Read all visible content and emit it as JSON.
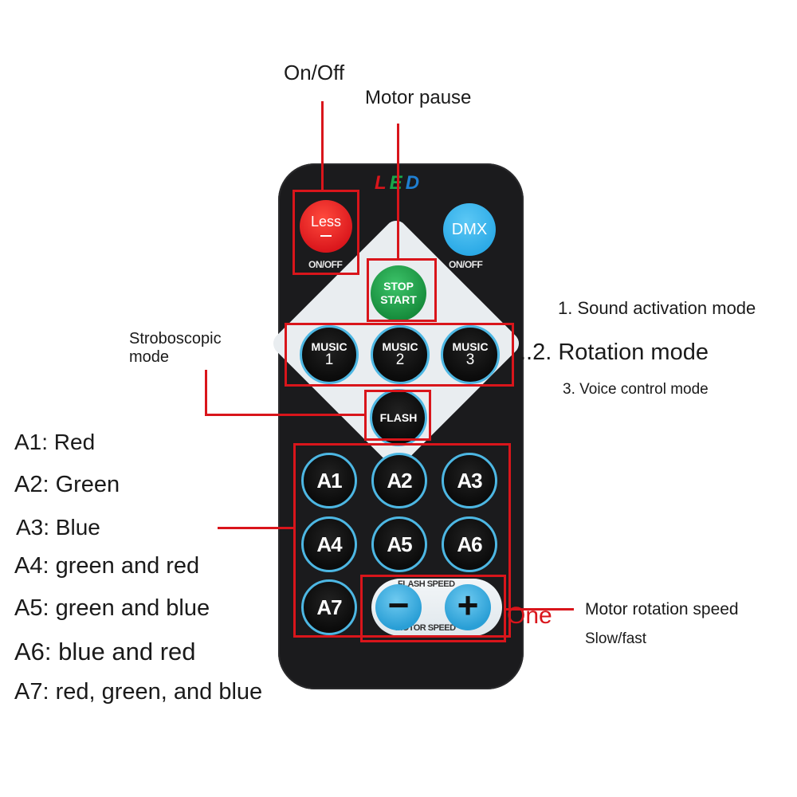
{
  "remote": {
    "brand": "LED",
    "brand_colors": [
      "#d9151b",
      "#1aa64a",
      "#1f7fd1"
    ],
    "power_button": {
      "label": "Less",
      "sub": "ON/OFF",
      "color": "#e5211c"
    },
    "dmx_button": {
      "label": "DMX",
      "sub": "ON/OFF",
      "color": "#2aa9e6"
    },
    "stop_start_button": {
      "line1": "STOP",
      "line2": "START",
      "color": "#1d9a43"
    },
    "music_buttons": [
      {
        "label": "MUSIC",
        "number": "1"
      },
      {
        "label": "MUSIC",
        "number": "2"
      },
      {
        "label": "MUSIC",
        "number": "3"
      }
    ],
    "flash_button": {
      "label": "FLASH"
    },
    "a_keys": [
      "A1",
      "A2",
      "A3",
      "A4",
      "A5",
      "A6",
      "A7"
    ],
    "speed": {
      "top_label": "FLASH SPEED",
      "bottom_label": "MOTOR SPEED",
      "minus": "−",
      "plus": "+"
    }
  },
  "annotations": {
    "on_off": "On/Off",
    "motor_pause": "Motor pause",
    "sound_activation": "1. Sound activation mode",
    "rotation_mode": "..2. Rotation mode",
    "voice_control": "3. Voice control mode",
    "stroboscopic_line1": "Stroboscopic",
    "stroboscopic_line2": "mode",
    "one": "One",
    "motor_rotation_speed": "Motor rotation speed",
    "slow_fast": "Slow/fast"
  },
  "color_legend": [
    "A1: Red",
    "A2: Green",
    "A3: Blue",
    "A4: green and red",
    "A5: green and blue",
    "A6: blue and red",
    "A7: red, green, and blue"
  ],
  "accent_color": "#d9151b"
}
